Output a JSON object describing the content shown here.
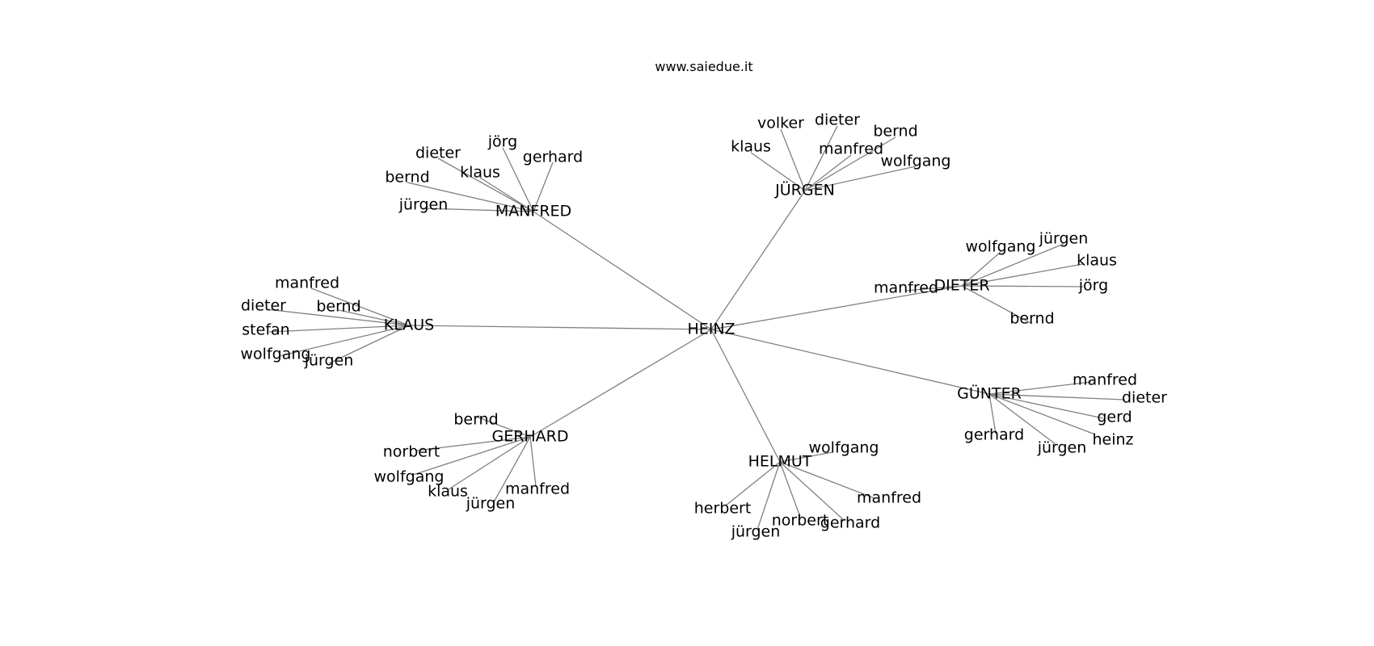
{
  "title": "www.saiedue.it",
  "graph": {
    "root": "HEINZ",
    "hubs": [
      {
        "name": "MANFRED",
        "leaves": [
          "jörg",
          "gerhard",
          "dieter",
          "klaus",
          "bernd",
          "jürgen"
        ]
      },
      {
        "name": "JÜRGEN",
        "leaves": [
          "volker",
          "dieter",
          "bernd",
          "klaus",
          "manfred",
          "wolfgang"
        ]
      },
      {
        "name": "DIETER",
        "leaves": [
          "wolfgang",
          "jürgen",
          "klaus",
          "manfred",
          "jörg",
          "bernd"
        ]
      },
      {
        "name": "KLAUS",
        "leaves": [
          "manfred",
          "dieter",
          "bernd",
          "stefan",
          "wolfgang",
          "jürgen"
        ]
      },
      {
        "name": "GÜNTER",
        "leaves": [
          "manfred",
          "dieter",
          "gerd",
          "gerhard",
          "heinz",
          "jürgen"
        ]
      },
      {
        "name": "GERHARD",
        "leaves": [
          "bernd",
          "norbert",
          "wolfgang",
          "klaus",
          "manfred",
          "jürgen"
        ]
      },
      {
        "name": "HELMUT",
        "leaves": [
          "wolfgang",
          "manfred",
          "herbert",
          "norbert",
          "gerhard",
          "jürgen"
        ]
      }
    ]
  }
}
